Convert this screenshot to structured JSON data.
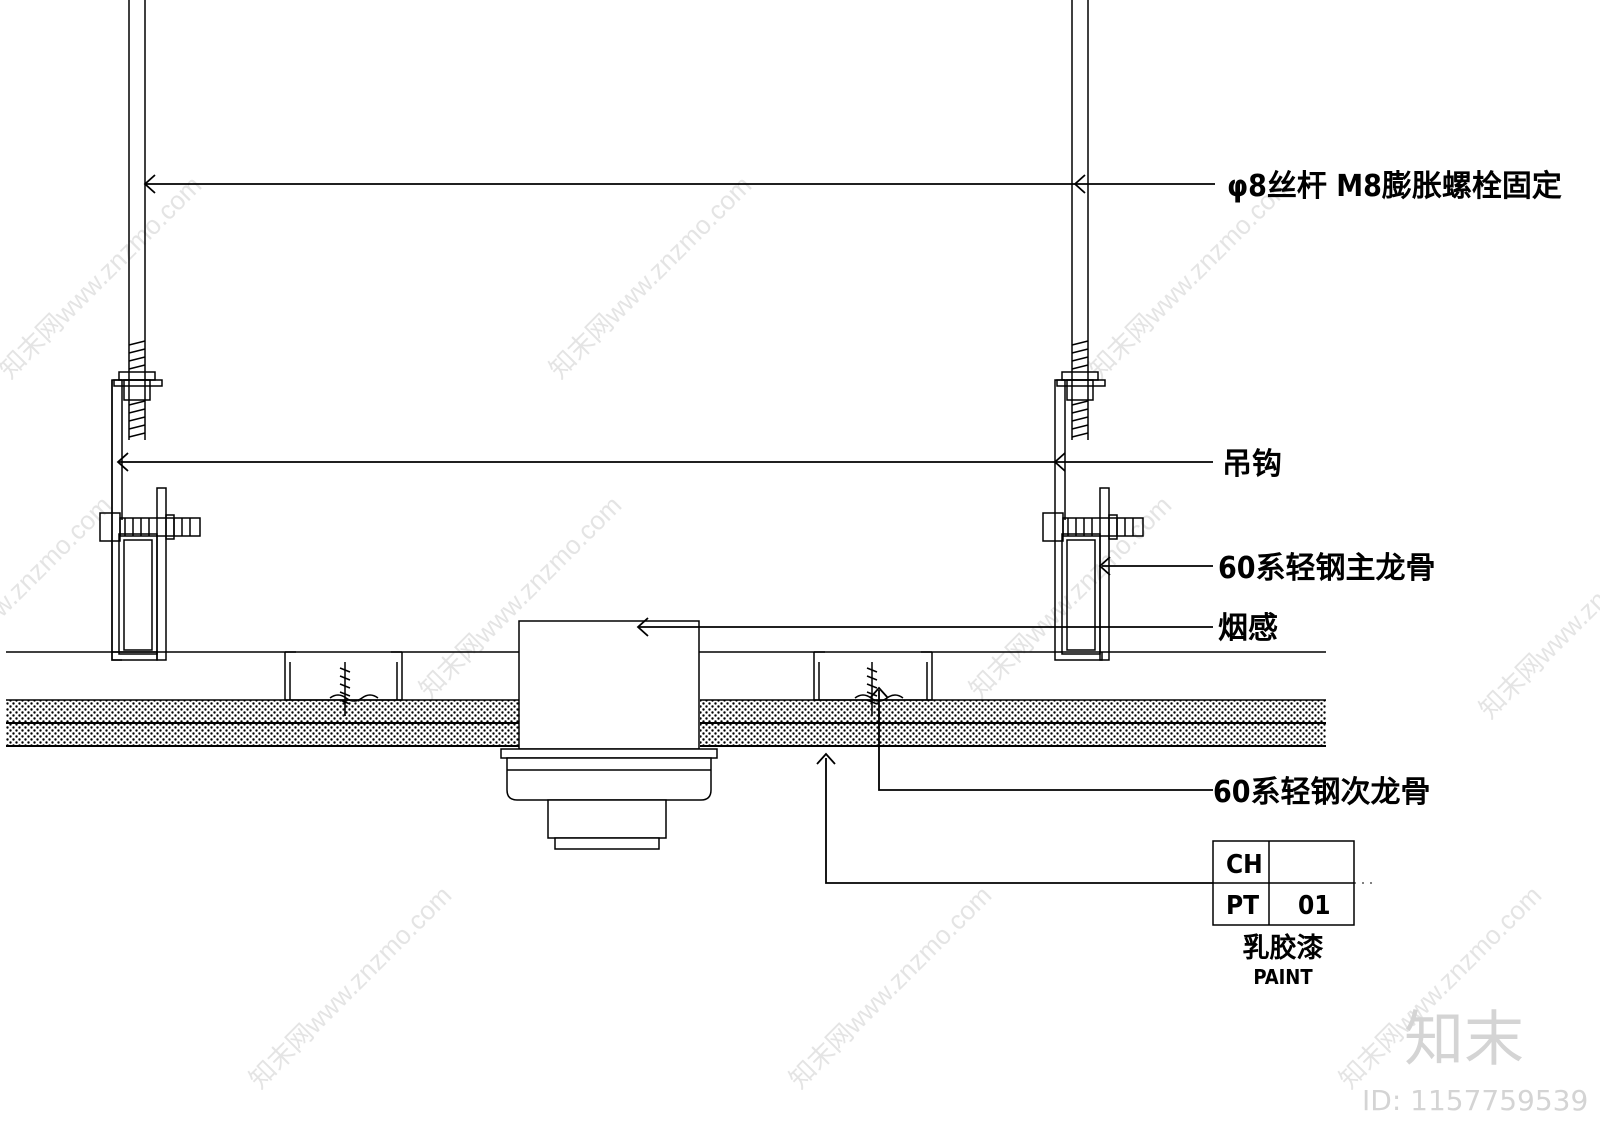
{
  "labels": {
    "rod": "φ8丝杆 M8膨胀螺栓固定",
    "hook": "吊钩",
    "main_keel": "60系轻钢主龙骨",
    "smoke": "烟感",
    "sub_keel": "60系轻钢次龙骨"
  },
  "legend": {
    "r1c1": "CH",
    "r2c1": "PT",
    "r2c2": "01",
    "cn": "乳胶漆",
    "en": "PAINT"
  },
  "watermark": {
    "text": "知末网www.znzmo.com",
    "logo": "知末",
    "id": "ID: 1157759539"
  }
}
